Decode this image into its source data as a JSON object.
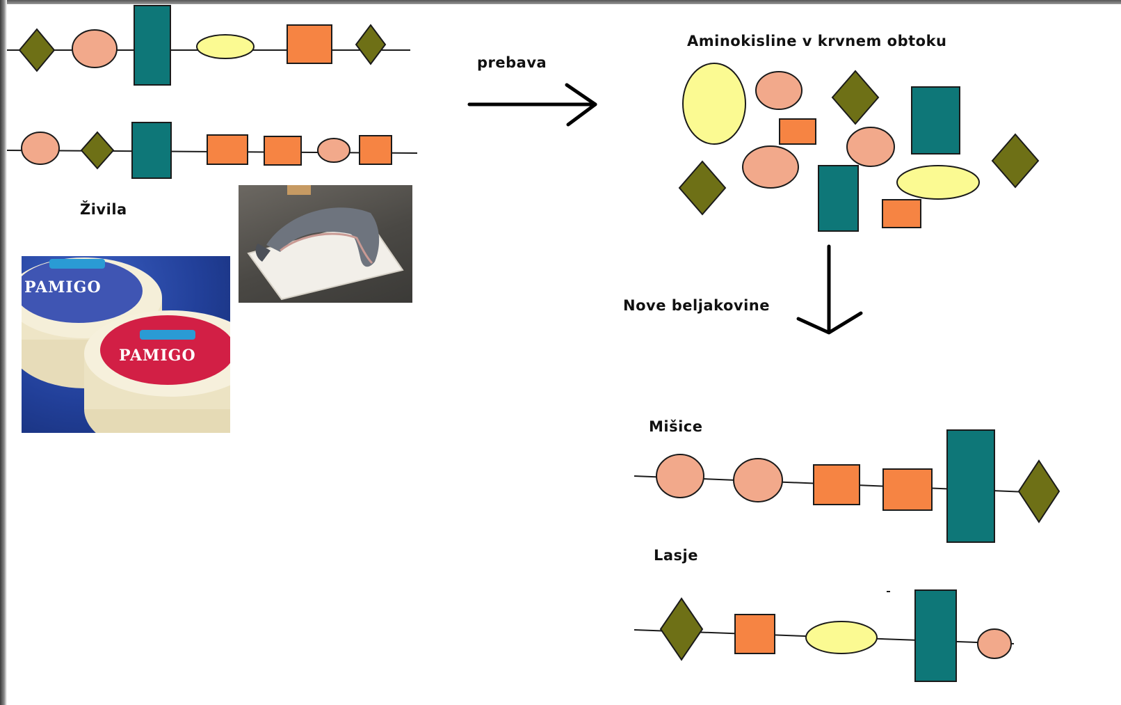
{
  "labels": {
    "foods": "Živila",
    "digestion": "prebava",
    "amino_acids": "Aminokisline v krvnem obtoku",
    "new_proteins": "Nove beljakovine",
    "muscles": "Mišice",
    "hair": "Lasje"
  },
  "photos": {
    "cheese_brand": "PAMIGO"
  },
  "colors": {
    "diamond": "#6e7016",
    "circle": "#f2a98b",
    "rect_teal": "#0e7778",
    "ellipse_yellow": "#fbfa92",
    "square_orange": "#f68443",
    "outline": "#1a1a1a"
  }
}
